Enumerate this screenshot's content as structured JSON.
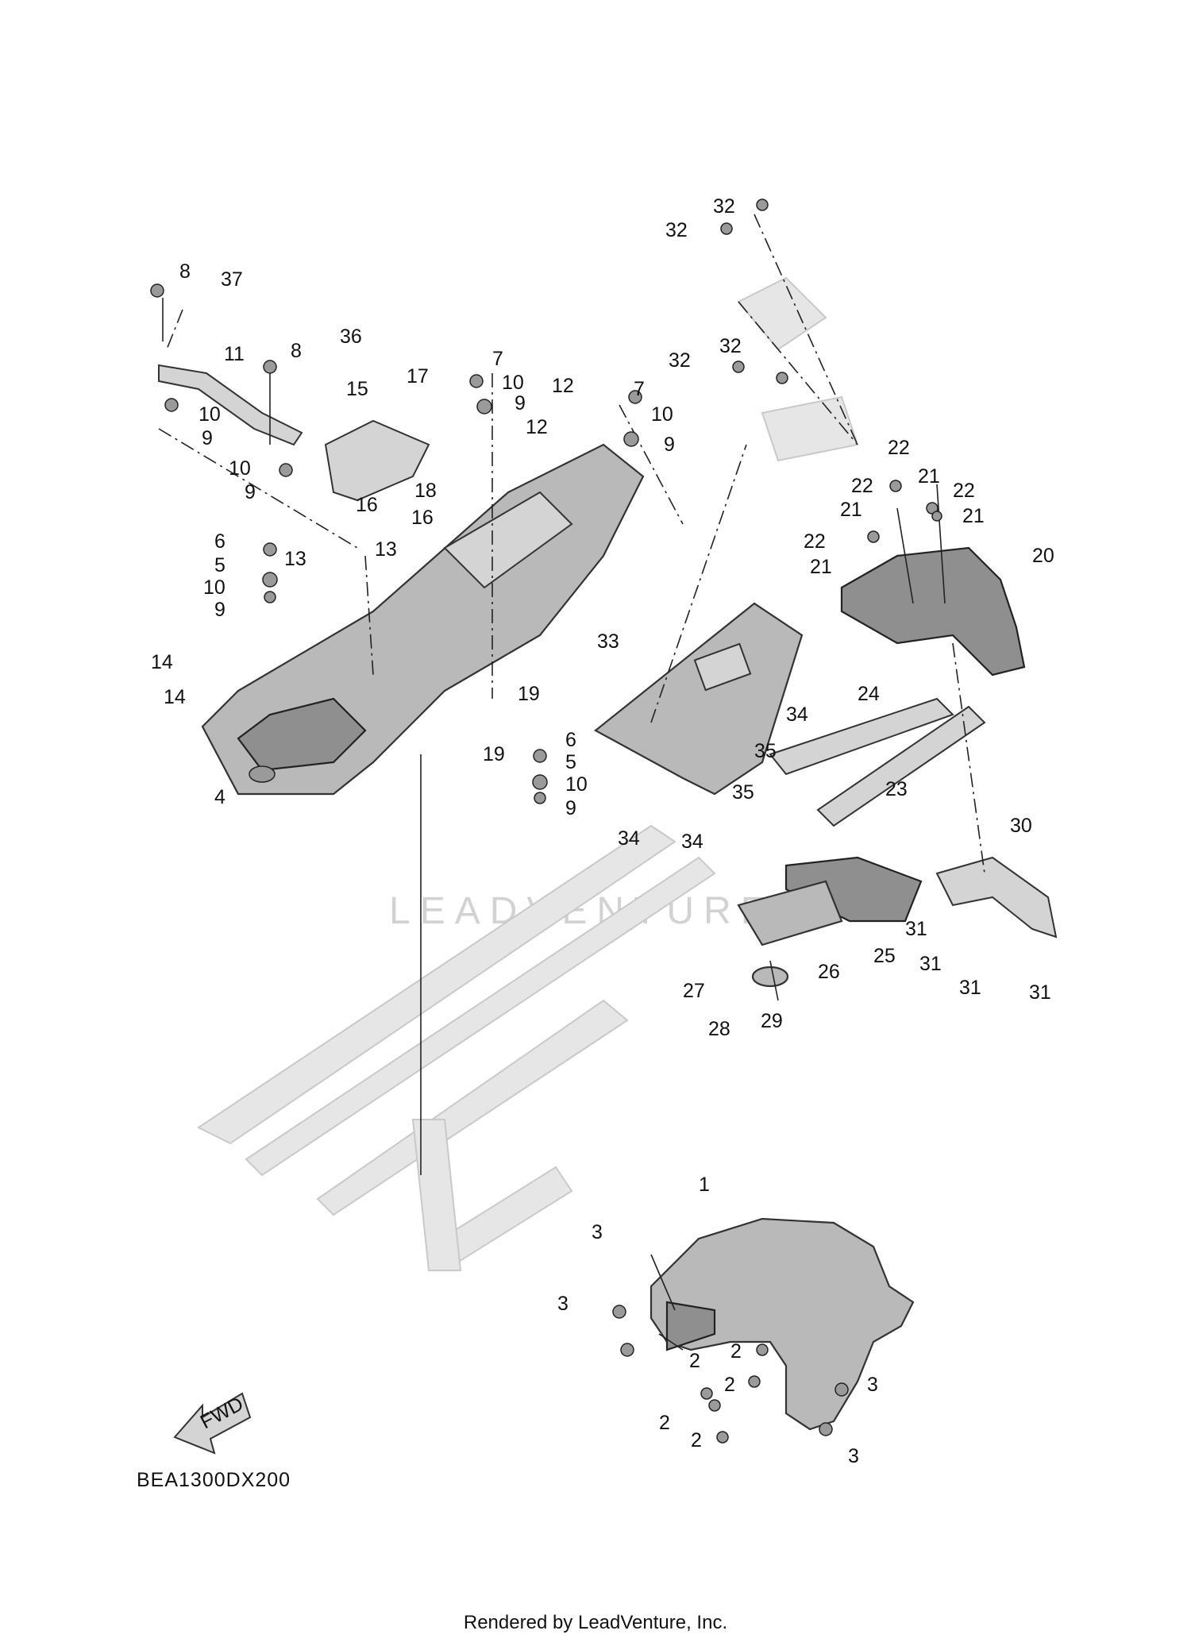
{
  "diagram_code": "BEA1300DX200",
  "footer_text": "Rendered by LeadVenture, Inc.",
  "watermark_text": "LEADVENTURE",
  "fwd_label": "FWD",
  "callouts": [
    {
      "label": "1"
    },
    {
      "label": "2"
    },
    {
      "label": "2"
    },
    {
      "label": "2"
    },
    {
      "label": "2"
    },
    {
      "label": "2"
    },
    {
      "label": "3"
    },
    {
      "label": "3"
    },
    {
      "label": "3"
    },
    {
      "label": "3"
    },
    {
      "label": "4"
    },
    {
      "label": "5"
    },
    {
      "label": "5"
    },
    {
      "label": "6"
    },
    {
      "label": "6"
    },
    {
      "label": "7"
    },
    {
      "label": "7"
    },
    {
      "label": "8"
    },
    {
      "label": "8"
    },
    {
      "label": "9"
    },
    {
      "label": "9"
    },
    {
      "label": "9"
    },
    {
      "label": "9"
    },
    {
      "label": "9"
    },
    {
      "label": "9"
    },
    {
      "label": "10"
    },
    {
      "label": "10"
    },
    {
      "label": "10"
    },
    {
      "label": "10"
    },
    {
      "label": "10"
    },
    {
      "label": "10"
    },
    {
      "label": "11"
    },
    {
      "label": "12"
    },
    {
      "label": "12"
    },
    {
      "label": "13"
    },
    {
      "label": "13"
    },
    {
      "label": "14"
    },
    {
      "label": "14"
    },
    {
      "label": "15"
    },
    {
      "label": "16"
    },
    {
      "label": "16"
    },
    {
      "label": "17"
    },
    {
      "label": "18"
    },
    {
      "label": "19"
    },
    {
      "label": "19"
    },
    {
      "label": "20"
    },
    {
      "label": "21"
    },
    {
      "label": "21"
    },
    {
      "label": "21"
    },
    {
      "label": "21"
    },
    {
      "label": "22"
    },
    {
      "label": "22"
    },
    {
      "label": "22"
    },
    {
      "label": "22"
    },
    {
      "label": "23"
    },
    {
      "label": "24"
    },
    {
      "label": "25"
    },
    {
      "label": "26"
    },
    {
      "label": "27"
    },
    {
      "label": "28"
    },
    {
      "label": "29"
    },
    {
      "label": "30"
    },
    {
      "label": "31"
    },
    {
      "label": "31"
    },
    {
      "label": "31"
    },
    {
      "label": "31"
    },
    {
      "label": "32"
    },
    {
      "label": "32"
    },
    {
      "label": "32"
    },
    {
      "label": "32"
    },
    {
      "label": "33"
    },
    {
      "label": "34"
    },
    {
      "label": "34"
    },
    {
      "label": "34"
    },
    {
      "label": "35"
    },
    {
      "label": "35"
    },
    {
      "label": "36"
    },
    {
      "label": "37"
    }
  ]
}
